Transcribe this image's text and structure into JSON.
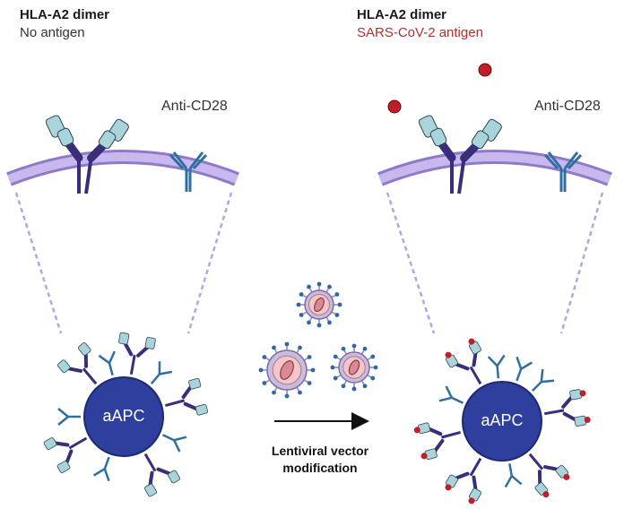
{
  "left_panel": {
    "title": "HLA-A2 dimer",
    "subtitle": "No antigen",
    "receptor_label": "Anti-CD28",
    "cell_label": "aAPC"
  },
  "right_panel": {
    "title": "HLA-A2 dimer",
    "subtitle": "SARS-CoV-2 antigen",
    "receptor_label": "Anti-CD28",
    "cell_label": "aAPC"
  },
  "process": {
    "caption_line1": "Lentiviral vector",
    "caption_line2": "modification"
  },
  "colors": {
    "membrane": "#b6a3e0",
    "membrane_edge": "#8f79c9",
    "hla_heavy": "#3a2d7a",
    "hla_light": "#a9d4dc",
    "cd28": "#2f6f9f",
    "apc_fill": "#2e3f9e",
    "antigen": "#c01e28",
    "antigen_text": "#b0302c",
    "virus_body": "#f2c7cb",
    "virus_envelope": "#c8bde0",
    "spike": "#2f68a8"
  },
  "icons": [
    "hla-a2-dimer-icon",
    "anti-cd28-icon",
    "cell-membrane-icon",
    "aapc-bead-icon",
    "lentivirus-icon",
    "arrow-right-icon",
    "antigen-peptide-icon"
  ]
}
